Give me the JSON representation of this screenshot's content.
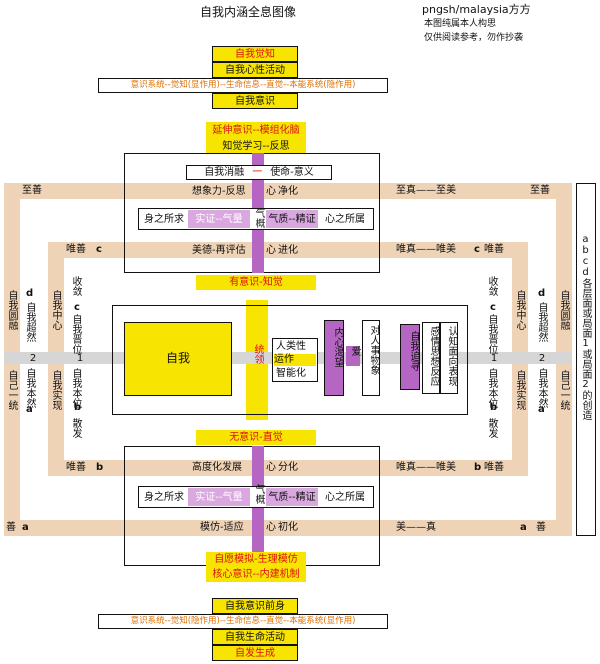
{
  "title": "自我内涵全息图像",
  "credit": {
    "line1": "pngsh/malaysia方方",
    "line2": "本图纯属本人构思",
    "line3": "仅供阅读参考，勿作抄袭"
  },
  "top": {
    "awareness": "自我觉知",
    "mind_activity": "自我心性活动",
    "system": "意识系统--觉知(显作用)--生命信息--直觉--本能系统(隐作用)",
    "consciousness": "自我意识",
    "extend": "延伸意识--模组化脑",
    "learn": "知觉学习--反思"
  },
  "upper": {
    "dissolve": "自我消融",
    "dash": "一",
    "mission": "使命-意义",
    "imagination": "想象力-反思",
    "xin1": "心",
    "purify": "净化",
    "body_seek": "身之所求",
    "realize_qi": "实证--气量",
    "qi_char": "气概",
    "qi_zhi": "气质--精证",
    "heart_belong": "心之所属",
    "aesthetic": "美德-再评估",
    "xin2": "心",
    "evolve": "进化",
    "aware": "有意识-知觉"
  },
  "side": {
    "zhishan": "至善",
    "zhizhen": "至真——至美",
    "weishan": "唯善",
    "weizhen": "唯真——唯美",
    "shan": "善",
    "meizhen": "美——真",
    "a": "a",
    "b": "b",
    "c": "c",
    "d": "d",
    "fuse": "自我圆融",
    "dash": "——",
    "self_one": "自己一统",
    "beyond": "自我超然",
    "self_nature": "自我本然",
    "center": "自我中心",
    "realize": "自我实现",
    "collect": "收敛",
    "promote": "自我晋位",
    "position": "自我本位",
    "scatter": "散发",
    "one": "1",
    "two": "2"
  },
  "center": {
    "self": "自我",
    "lead": "统领",
    "human": "人类性",
    "operate": "运作",
    "intel": "智能化",
    "desire": "内心渴望",
    "love": "爱",
    "objects": "对人事物象",
    "pursue": "自我追寻",
    "feel": "感情思想反应",
    "cognize": "认知面向表现"
  },
  "lower": {
    "unconscious": "无意识-直觉",
    "high_dev": "高度化发展",
    "xin1": "心",
    "diff": "分化",
    "body_seek": "身之所求",
    "realize_qi": "实证--气量",
    "qi_char": "气概",
    "qi_zhi": "气质--精证",
    "heart_belong": "心之所属",
    "imitate": "模仿-适应",
    "xin2": "心",
    "initial": "初化",
    "origin1": "自愿模拟-生理模仿",
    "origin2": "核心意识--内建机制"
  },
  "bottom": {
    "pre": "自我意识前身",
    "system": "意识系统--觉知(隐作用)--生命信息--直觉--本能系统(显作用)",
    "life": "自我生命活动",
    "spont": "自发生成"
  },
  "right_col": "abcd各层面或局面1或局面2的创造",
  "colors": {
    "yellow": "#f7e400",
    "tan": "#efd3b6",
    "purple": "#b566c3",
    "red": "#dd1111",
    "orange": "#e07000"
  }
}
